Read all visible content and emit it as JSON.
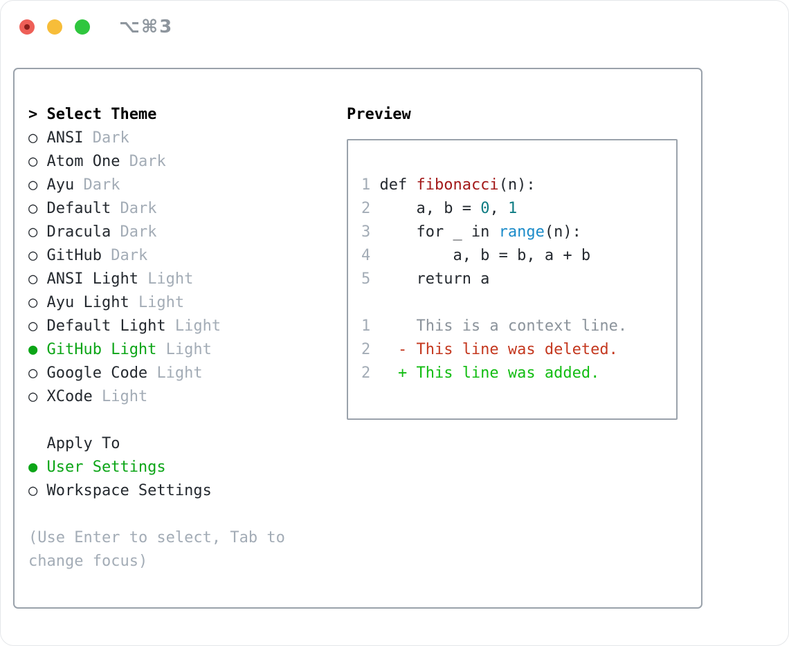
{
  "window": {
    "title": "⌥⌘3",
    "traffic_lights": {
      "close": "red",
      "minimize": "yellow",
      "zoom": "green"
    }
  },
  "theme_list": {
    "header_prefix": ">",
    "header": "Select Theme",
    "unselected_marker": "○",
    "selected_marker": "●",
    "themes": [
      {
        "name": "ANSI",
        "variant": "Dark",
        "selected": false
      },
      {
        "name": "Atom One",
        "variant": "Dark",
        "selected": false
      },
      {
        "name": "Ayu",
        "variant": "Dark",
        "selected": false
      },
      {
        "name": "Default",
        "variant": "Dark",
        "selected": false
      },
      {
        "name": "Dracula",
        "variant": "Dark",
        "selected": false
      },
      {
        "name": "GitHub",
        "variant": "Dark",
        "selected": false
      },
      {
        "name": "ANSI Light",
        "variant": "Light",
        "selected": false
      },
      {
        "name": "Ayu Light",
        "variant": "Light",
        "selected": false
      },
      {
        "name": "Default Light",
        "variant": "Light",
        "selected": false
      },
      {
        "name": "GitHub Light",
        "variant": "Light",
        "selected": true
      },
      {
        "name": "Google Code",
        "variant": "Light",
        "selected": false
      },
      {
        "name": "XCode",
        "variant": "Light",
        "selected": false
      }
    ]
  },
  "apply_to": {
    "header": "Apply To",
    "options": [
      {
        "name": "User Settings",
        "selected": true
      },
      {
        "name": "Workspace Settings",
        "selected": false
      }
    ]
  },
  "hint": {
    "lines": [
      "(Use Enter to select, Tab to",
      "change focus)"
    ]
  },
  "preview": {
    "label": "Preview",
    "code_lines": [
      {
        "num": "1",
        "tokens": [
          {
            "s": "plain",
            "t": "def "
          },
          {
            "s": "fn",
            "t": "fibonacci"
          },
          {
            "s": "plain",
            "t": "(n):"
          }
        ]
      },
      {
        "num": "2",
        "tokens": [
          {
            "s": "plain",
            "t": "    a, b = "
          },
          {
            "s": "num",
            "t": "0"
          },
          {
            "s": "plain",
            "t": ", "
          },
          {
            "s": "num",
            "t": "1"
          }
        ]
      },
      {
        "num": "3",
        "tokens": [
          {
            "s": "plain",
            "t": "    for _ in "
          },
          {
            "s": "builtin",
            "t": "range"
          },
          {
            "s": "plain",
            "t": "(n):"
          }
        ]
      },
      {
        "num": "4",
        "tokens": [
          {
            "s": "plain",
            "t": "        a, b = b, a + b"
          }
        ]
      },
      {
        "num": "5",
        "tokens": [
          {
            "s": "plain",
            "t": "    return a"
          }
        ]
      },
      {
        "num": "",
        "tokens": []
      },
      {
        "num": "1",
        "tokens": [
          {
            "s": "ctx",
            "t": "    This is a context line."
          }
        ]
      },
      {
        "num": "2",
        "tokens": [
          {
            "s": "del",
            "t": "  - This line was deleted."
          }
        ]
      },
      {
        "num": "2",
        "tokens": [
          {
            "s": "add",
            "t": "  + This line was added."
          }
        ]
      }
    ]
  },
  "colors": {
    "selection_green": "#0ca517",
    "added_green": "#12bd12",
    "deleted_red": "#c4381f",
    "function_red": "#a31919",
    "number_teal": "#0c7b82",
    "builtin_blue": "#1b8bc9",
    "text_dark": "#24292f",
    "muted_gray": "#a3acb6",
    "context_gray": "#8b939b",
    "border_gray": "#9aa2ab",
    "title_gray": "#8e969e",
    "traffic_red": "#ee5f57",
    "traffic_red_dot": "#8a1f1b",
    "traffic_yellow": "#f7bd39",
    "traffic_green": "#2fc63e"
  }
}
